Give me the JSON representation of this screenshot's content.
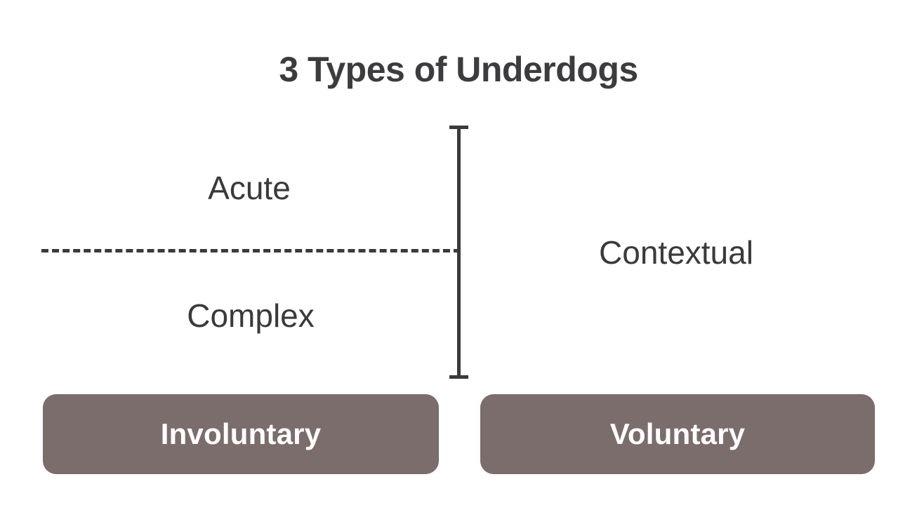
{
  "slide": {
    "title": "3 Types of Underdogs",
    "background_color": "#ffffff",
    "title_color": "#3c3c3e"
  },
  "diagram": {
    "left_column": {
      "axis_label": "Involuntary",
      "categories": [
        {
          "label": "Acute"
        },
        {
          "label": "Complex"
        }
      ],
      "divider": "dashed-horizontal-line"
    },
    "right_column": {
      "axis_label": "Voluntary",
      "categories": [
        {
          "label": "Contextual"
        }
      ]
    },
    "center_separator": "vertical-bracket",
    "accent_color": "#7a6d6b",
    "line_color": "#3a3a3c",
    "label_color": "#3a3a3c",
    "button_text_color": "#ffffff"
  }
}
